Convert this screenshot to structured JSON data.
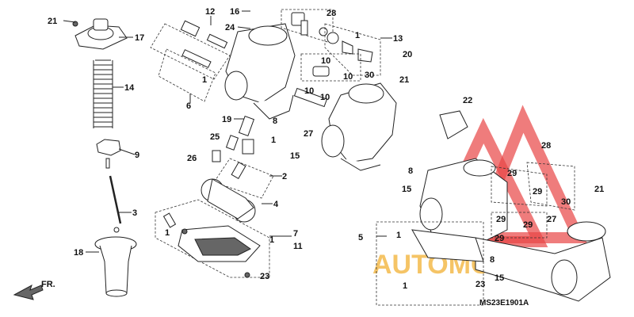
{
  "diagram": {
    "code": "MS23E1901A",
    "direction_label": "FR.",
    "watermark_text": "AUTOMOTO.PB",
    "callouts": [
      {
        "id": "c21a",
        "text": "21"
      },
      {
        "id": "c17",
        "text": "17"
      },
      {
        "id": "c14",
        "text": "14"
      },
      {
        "id": "c9",
        "text": "9"
      },
      {
        "id": "c3",
        "text": "3"
      },
      {
        "id": "c18",
        "text": "18"
      },
      {
        "id": "c12",
        "text": "12"
      },
      {
        "id": "c16",
        "text": "16"
      },
      {
        "id": "c24",
        "text": "24"
      },
      {
        "id": "c1a",
        "text": "1"
      },
      {
        "id": "c6",
        "text": "6"
      },
      {
        "id": "c19",
        "text": "19"
      },
      {
        "id": "c25",
        "text": "25"
      },
      {
        "id": "c26",
        "text": "26"
      },
      {
        "id": "c1b",
        "text": "1"
      },
      {
        "id": "c2",
        "text": "2"
      },
      {
        "id": "c4",
        "text": "4"
      },
      {
        "id": "c1c",
        "text": "1"
      },
      {
        "id": "c1d",
        "text": "1"
      },
      {
        "id": "c7",
        "text": "7"
      },
      {
        "id": "c11",
        "text": "11"
      },
      {
        "id": "c23a",
        "text": "23"
      },
      {
        "id": "c28a",
        "text": "28"
      },
      {
        "id": "c1e",
        "text": "1"
      },
      {
        "id": "c13",
        "text": "13"
      },
      {
        "id": "c20",
        "text": "20"
      },
      {
        "id": "c10a",
        "text": "10"
      },
      {
        "id": "c10b",
        "text": "10"
      },
      {
        "id": "c30a",
        "text": "30"
      },
      {
        "id": "c21b",
        "text": "21"
      },
      {
        "id": "c10c",
        "text": "10"
      },
      {
        "id": "c10d",
        "text": "10"
      },
      {
        "id": "c8a",
        "text": "8"
      },
      {
        "id": "c27a",
        "text": "27"
      },
      {
        "id": "c15a",
        "text": "15"
      },
      {
        "id": "c8b",
        "text": "8"
      },
      {
        "id": "c15b",
        "text": "15"
      },
      {
        "id": "c22",
        "text": "22"
      },
      {
        "id": "c28b",
        "text": "28"
      },
      {
        "id": "c29a",
        "text": "29"
      },
      {
        "id": "c29b",
        "text": "29"
      },
      {
        "id": "c30b",
        "text": "30"
      },
      {
        "id": "c21c",
        "text": "21"
      },
      {
        "id": "c29c",
        "text": "29"
      },
      {
        "id": "c27b",
        "text": "27"
      },
      {
        "id": "c29d",
        "text": "29"
      },
      {
        "id": "c29e",
        "text": "29"
      },
      {
        "id": "c5",
        "text": "5"
      },
      {
        "id": "c1f",
        "text": "1"
      },
      {
        "id": "c8c",
        "text": "8"
      },
      {
        "id": "c15c",
        "text": "15"
      },
      {
        "id": "c1g",
        "text": "1"
      },
      {
        "id": "c23b",
        "text": "23"
      }
    ]
  }
}
